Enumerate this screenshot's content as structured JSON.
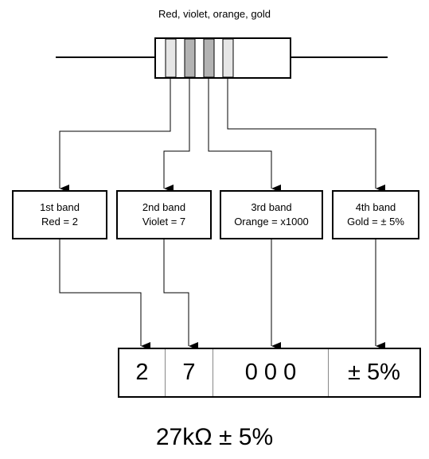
{
  "caption_top": "Red, violet, orange, gold",
  "bands": [
    {
      "title": "1st band",
      "value": "Red = 2"
    },
    {
      "title": "2nd band",
      "value": "Violet = 7"
    },
    {
      "title": "3rd band",
      "value": "Orange = x1000"
    },
    {
      "title": "4th band",
      "value": "Gold = ± 5%"
    }
  ],
  "result_cells": [
    "2",
    "7",
    "0 0 0",
    "± 5%"
  ],
  "caption_bottom": "27kΩ ± 5%",
  "colors": {
    "line": "#000000",
    "band_light": "#e6e6e6",
    "band_dark": "#b3b3b3"
  }
}
